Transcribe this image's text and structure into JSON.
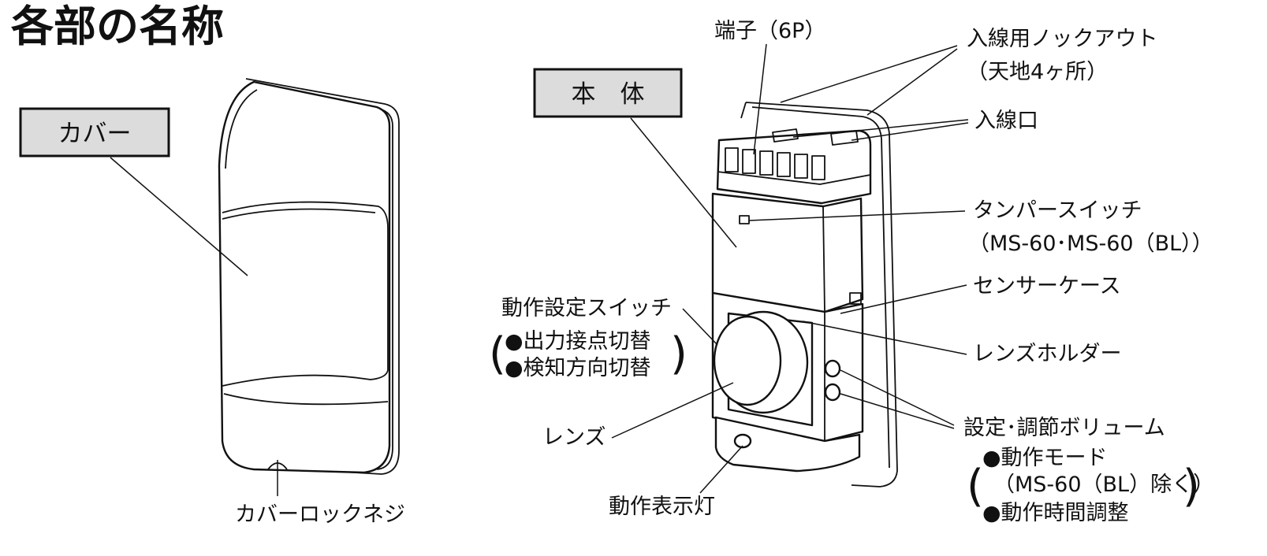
{
  "title": "各部の名称",
  "cover": {
    "tag": "カバー",
    "lock_screw": "カバーロックネジ"
  },
  "body": {
    "tag": "本　体",
    "terminal": "端子（6P）",
    "knockout_line1": "入線用ノックアウト",
    "knockout_line2": "（天地4ヶ所）",
    "wire_inlet": "入線口",
    "tamper_line1": "タンパースイッチ",
    "tamper_line2": "（MS-60･MS-60（BL））",
    "sensor_case": "センサーケース",
    "lens_holder": "レンズホルダー",
    "op_switch": "動作設定スイッチ",
    "op_switch_item1": "●出力接点切替",
    "op_switch_item2": "●検知方向切替",
    "lens": "レンズ",
    "indicator": "動作表示灯",
    "volume": "設定･調節ボリューム",
    "volume_item1": "●動作モード",
    "volume_item1_note": "（MS-60（BL）除く）",
    "volume_item2": "●動作時間調整"
  }
}
